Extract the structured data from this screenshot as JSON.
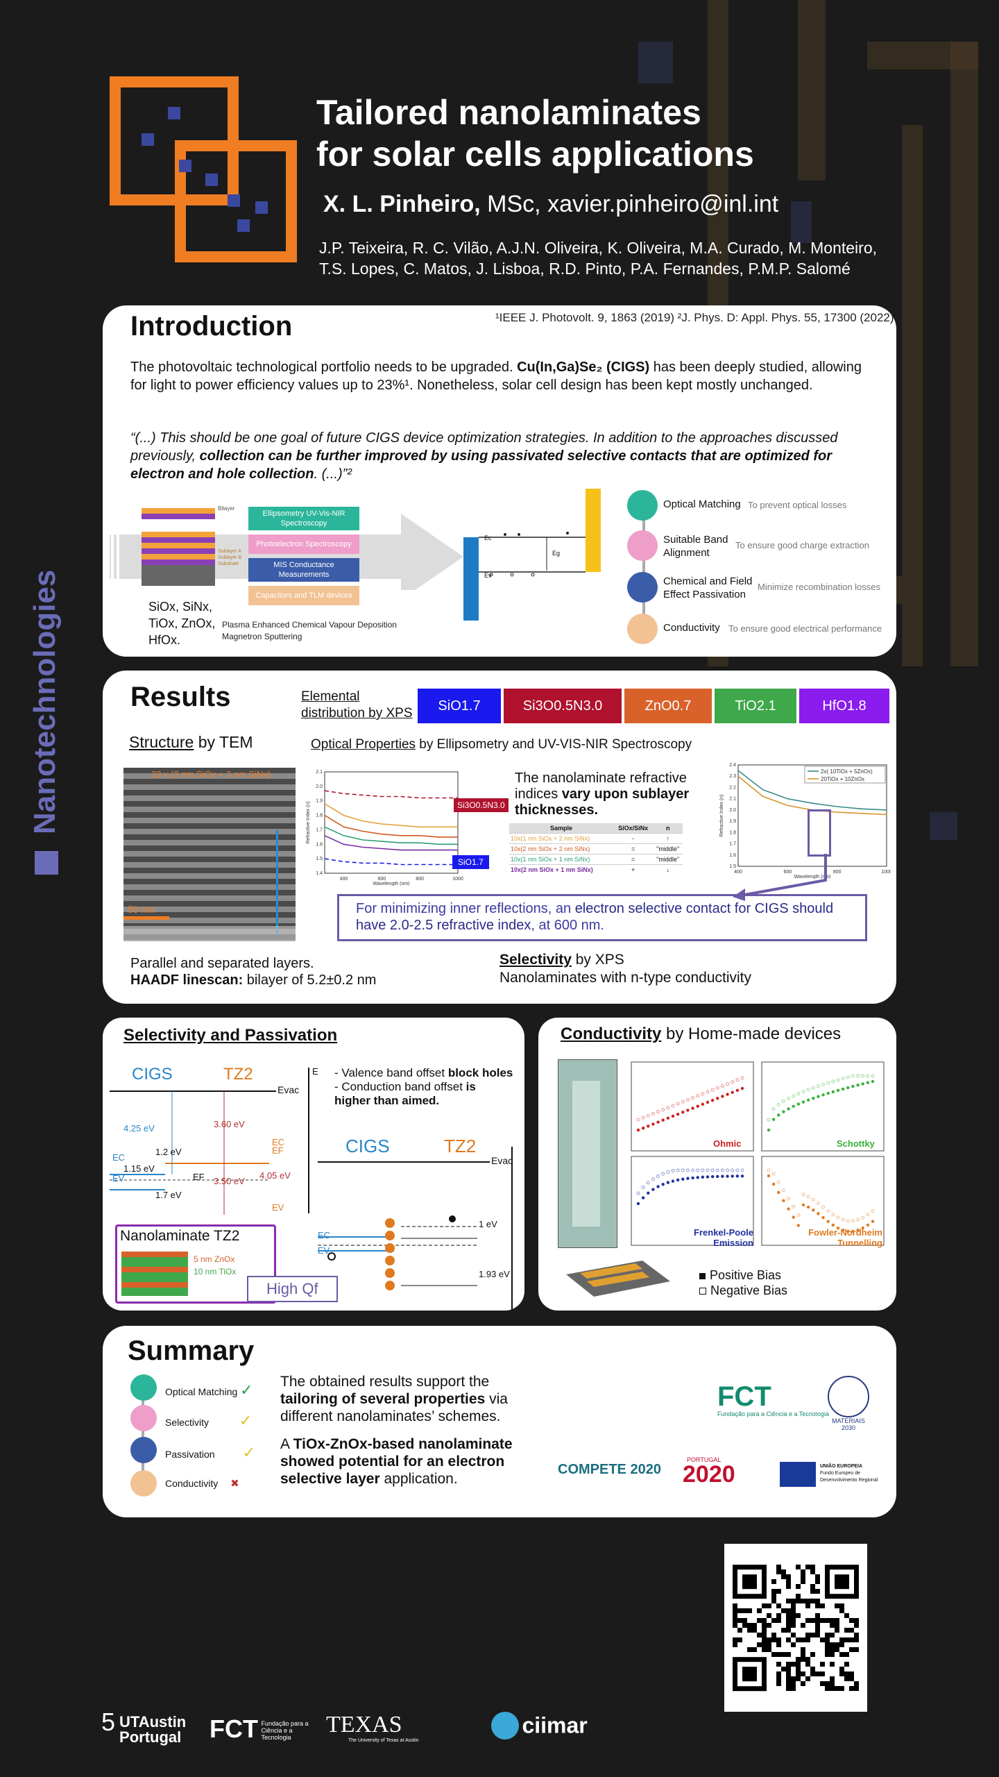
{
  "header": {
    "title_line1": "Tailored nanolaminates",
    "title_line2": "for solar cells applications",
    "author_name": "X. L. Pinheiro,",
    "author_degree": "MSc,",
    "author_email": "xavier.pinheiro@inl.int",
    "coauthors_line1": "J.P. Teixeira, R. C. Vilão, A.J.N. Oliveira, K. Oliveira, M.A. Curado, M. Monteiro,",
    "coauthors_line2": "T.S. Lopes, C. Matos, J. Lisboa, R.D. Pinto, P.A. Fernandes, P.M.P. Salomé"
  },
  "side_label": "Nanotechnologies",
  "introduction": {
    "title": "Introduction",
    "references": "¹IEEE J. Photovolt. 9, 1863 (2019) ²J. Phys. D: Appl. Phys. 55, 17300 (2022)",
    "para1_a": "The photovoltaic technological portfolio needs to be upgraded. ",
    "para1_bold": "Cu(In,Ga)Se₂ (CIGS)",
    "para1_b": " has been deeply studied, allowing for light to power efficiency values up to 23%¹. Nonetheless, solar cell design has been kept mostly unchanged.",
    "quote_a": "“(...) This should be one goal of future CIGS device optimization strategies. In addition to the approaches discussed previously, ",
    "quote_bold": "collection can be further improved by using passivated selective contacts that are optimized for electron and hole collection",
    "quote_b": ". (...)”²",
    "bilayer_label": "Bilayer",
    "stack_label": "Sublayer A\nSublayer B\nSubstrate",
    "materials_label": "SiOx, SiNx, TiOx, ZnOx, HfOx.",
    "methods": [
      "Ellipsometry UV-Vis-NIR Spectroscopy",
      "Photoelectron Spectroscopy",
      "MIS Conductance Measurements",
      "Capacitors and TLM devices"
    ],
    "deposition_line1": "Plasma Enhanced Chemical Vapour Deposition",
    "deposition_line2": "Magnetron Sputtering",
    "band_labels": [
      "Ec",
      "Ev",
      "Eg"
    ],
    "properties": [
      {
        "name": "Optical Matching",
        "desc": "To prevent optical losses",
        "color": "#2bb59a"
      },
      {
        "name": "Suitable Band Alignment",
        "desc": "To ensure good charge extraction",
        "color": "#ee9ec9"
      },
      {
        "name": "Chemical and Field Effect Passivation",
        "desc": "Minimize recombination losses",
        "color": "#3b5ca8"
      },
      {
        "name": "Conductivity",
        "desc": "To ensure good electrical performance",
        "color": "#f2c293"
      }
    ]
  },
  "results": {
    "title": "Results",
    "elemental_label": "Elemental",
    "elemental_label2": "distribution by XPS",
    "compositions": [
      {
        "label": "SiO1.7",
        "color": "#1a1aee"
      },
      {
        "label": "Si3O0.5N3.0",
        "color": "#b0122e"
      },
      {
        "label": "ZnO0.7",
        "color": "#d9622b"
      },
      {
        "label": "TiO2.1",
        "color": "#3ea84a"
      },
      {
        "label": "HfO1.8",
        "color": "#8b1bee"
      }
    ],
    "structure_title": "Structure",
    "structure_by": " by TEM",
    "tem_overlay": "33 x (3 nm SiOx + 3 nm SiNx)",
    "tem_scale": "50 nm",
    "structure_caption1": "Parallel and separated layers.",
    "structure_caption2_bold": "HAADF linescan:",
    "structure_caption2": " bilayer of 5.2±0.2 nm",
    "optical_title": "Optical Properties",
    "optical_by": " by Ellipsometry and UV-VIS-NIR Spectroscopy",
    "optical_text_a": "The nanolaminate refractive indices ",
    "optical_text_bold": "vary upon sublayer thicknesses.",
    "table_headers": [
      "Sample",
      "SiOx/SiNx",
      "n"
    ],
    "table_rows": [
      [
        "10x(1 nm SiOx + 2 nm SiNx)",
        "-",
        "↑"
      ],
      [
        "10x(2 nm SiOx + 2 nm SiNx)",
        "=",
        "\"middle\""
      ],
      [
        "10x(1 nm SiOx + 1 nm SiNx)",
        "=",
        "\"middle\""
      ],
      [
        "10x(2 nm SiOx + 1 nm SiNx)",
        "+",
        "↓"
      ]
    ],
    "table_row_colors": [
      "#e0a040",
      "#d05a20",
      "#2aa070",
      "#7a2aa0"
    ],
    "chart_label_top": "Si3O0.5N3.0",
    "chart_label_bottom": "SiO1.7",
    "conclusion_a": "For minimizing inner reflections, an ",
    "conclusion_b": "electron selective contact for CIGS should have 2.0-2.5 refractive index",
    "conclusion_c": ", at 600 nm.",
    "selectivity_title": "Selectivity",
    "selectivity_by": " by XPS",
    "selectivity_caption": "Nanolaminates with n-type conductivity"
  },
  "chart_data": [
    {
      "type": "line",
      "title": "",
      "xlabel": "Wavelength (nm)",
      "ylabel": "Refractive Index (n)",
      "xlim": [
        300,
        1000
      ],
      "ylim": [
        1.4,
        2.1
      ],
      "x": [
        300,
        400,
        500,
        600,
        700,
        800,
        900,
        1000
      ],
      "series": [
        {
          "name": "Si3O0.5N3.0",
          "values": [
            1.97,
            1.95,
            1.94,
            1.93,
            1.93,
            1.92,
            1.92,
            1.92
          ],
          "color": "#b0122e"
        },
        {
          "name": "",
          "values": [
            1.88,
            1.8,
            1.76,
            1.74,
            1.73,
            1.72,
            1.72,
            1.72
          ],
          "color": "#e6a040"
        },
        {
          "name": "",
          "values": [
            1.8,
            1.72,
            1.69,
            1.67,
            1.66,
            1.66,
            1.65,
            1.65
          ],
          "color": "#d05a20"
        },
        {
          "name": "",
          "values": [
            1.72,
            1.66,
            1.63,
            1.62,
            1.61,
            1.61,
            1.6,
            1.6
          ],
          "color": "#2aa070"
        },
        {
          "name": "",
          "values": [
            1.66,
            1.6,
            1.58,
            1.57,
            1.56,
            1.56,
            1.56,
            1.56
          ],
          "color": "#7a2aa0"
        },
        {
          "name": "SiO1.7",
          "values": [
            1.5,
            1.48,
            1.47,
            1.47,
            1.46,
            1.46,
            1.46,
            1.46
          ],
          "color": "#1a1aee"
        }
      ]
    },
    {
      "type": "line",
      "title": "",
      "xlabel": "Wavelength (nm)",
      "ylabel": "Refractive Index (n)",
      "xlim": [
        400,
        1000
      ],
      "ylim": [
        1.5,
        2.4
      ],
      "x": [
        400,
        500,
        600,
        700,
        800,
        900,
        1000
      ],
      "series": [
        {
          "name": "2x( 10TiOx + 5ZnOx)",
          "values": [
            2.35,
            2.18,
            2.1,
            2.06,
            2.03,
            2.01,
            2.0
          ],
          "color": "#3a8a8a"
        },
        {
          "name": "20TiOx + 10ZnOx",
          "values": [
            2.3,
            2.12,
            2.04,
            2.0,
            1.98,
            1.97,
            1.96
          ],
          "color": "#d6952e"
        }
      ]
    }
  ],
  "selectivity_passivation": {
    "title": "Selectivity and Passivation",
    "cigs": "CIGS",
    "tz2": "TZ2",
    "evac": "Evac",
    "e_axis": "E",
    "values": [
      "4.25 eV",
      "1.2 eV",
      "1.15 eV",
      "1.7 eV",
      "3.60 eV",
      "3.50 eV",
      "4.05 eV",
      "1 eV",
      "1.93 eV"
    ],
    "band_names": [
      "EC",
      "EF",
      "EV",
      "EC",
      "EF",
      "EV"
    ],
    "bullets_a": "- Valence band offset ",
    "bullets_b": "block holes",
    "bullets_c": "- Conduction band offset ",
    "bullets_d": "is higher than aimed.",
    "nano_title": "Nanolaminate TZ2",
    "nano_zno": "5 nm ZnOx",
    "nano_tio": "10 nm TiOx",
    "high_qf": "High Qf"
  },
  "conductivity": {
    "title": "Conductivity",
    "by": " by Home-made devices",
    "plots": [
      "Ohmic",
      "Schottky",
      "Frenkel-Poole Emission",
      "Fowler-Nordheim Tunnelling"
    ],
    "legend_positive": "Positive Bias",
    "legend_negative": "Negative Bias"
  },
  "summary": {
    "title": "Summary",
    "items": [
      {
        "name": "Optical Matching",
        "mark": "✓",
        "color": "#2bb59a",
        "mark_color": "#2aa050"
      },
      {
        "name": "Selectivity",
        "mark": "✓",
        "color": "#ee9ec9",
        "mark_color": "#e0c020"
      },
      {
        "name": "Passivation",
        "mark": "✓",
        "color": "#3b5ca8",
        "mark_color": "#e0c020"
      },
      {
        "name": "Conductivity",
        "mark": "✖",
        "color": "#f2c293",
        "mark_color": "#c03030"
      }
    ],
    "text1_a": "The obtained results support the ",
    "text1_bold": "tailoring of several properties",
    "text1_b": " via different nanolaminates’ schemes.",
    "text2_a": "A ",
    "text2_bold": "TiOx-ZnOx-based nanolaminate showed potential for an electron selective layer",
    "text2_b": " application.",
    "fct_logo": "FCT",
    "fct_sub": "Fundação para a Ciência e a Tecnologia",
    "materiais": "MATERIAIS 2030",
    "compete": "COMPETE 2020",
    "portugal": "PORTUGAL",
    "portugal_year": "2020",
    "ue": "UNIÃO EUROPEIA",
    "ue_sub": "Fundo Europeu de Desenvolvimento Regional"
  },
  "footer": {
    "utaustin": "UTAustin Portugal",
    "fct": "FCT",
    "fct_sub": "Fundação para a Ciência e a Tecnologia",
    "texas": "TEXAS",
    "texas_sub": "The University of Texas at Austin",
    "ciimar": "ciimar"
  }
}
